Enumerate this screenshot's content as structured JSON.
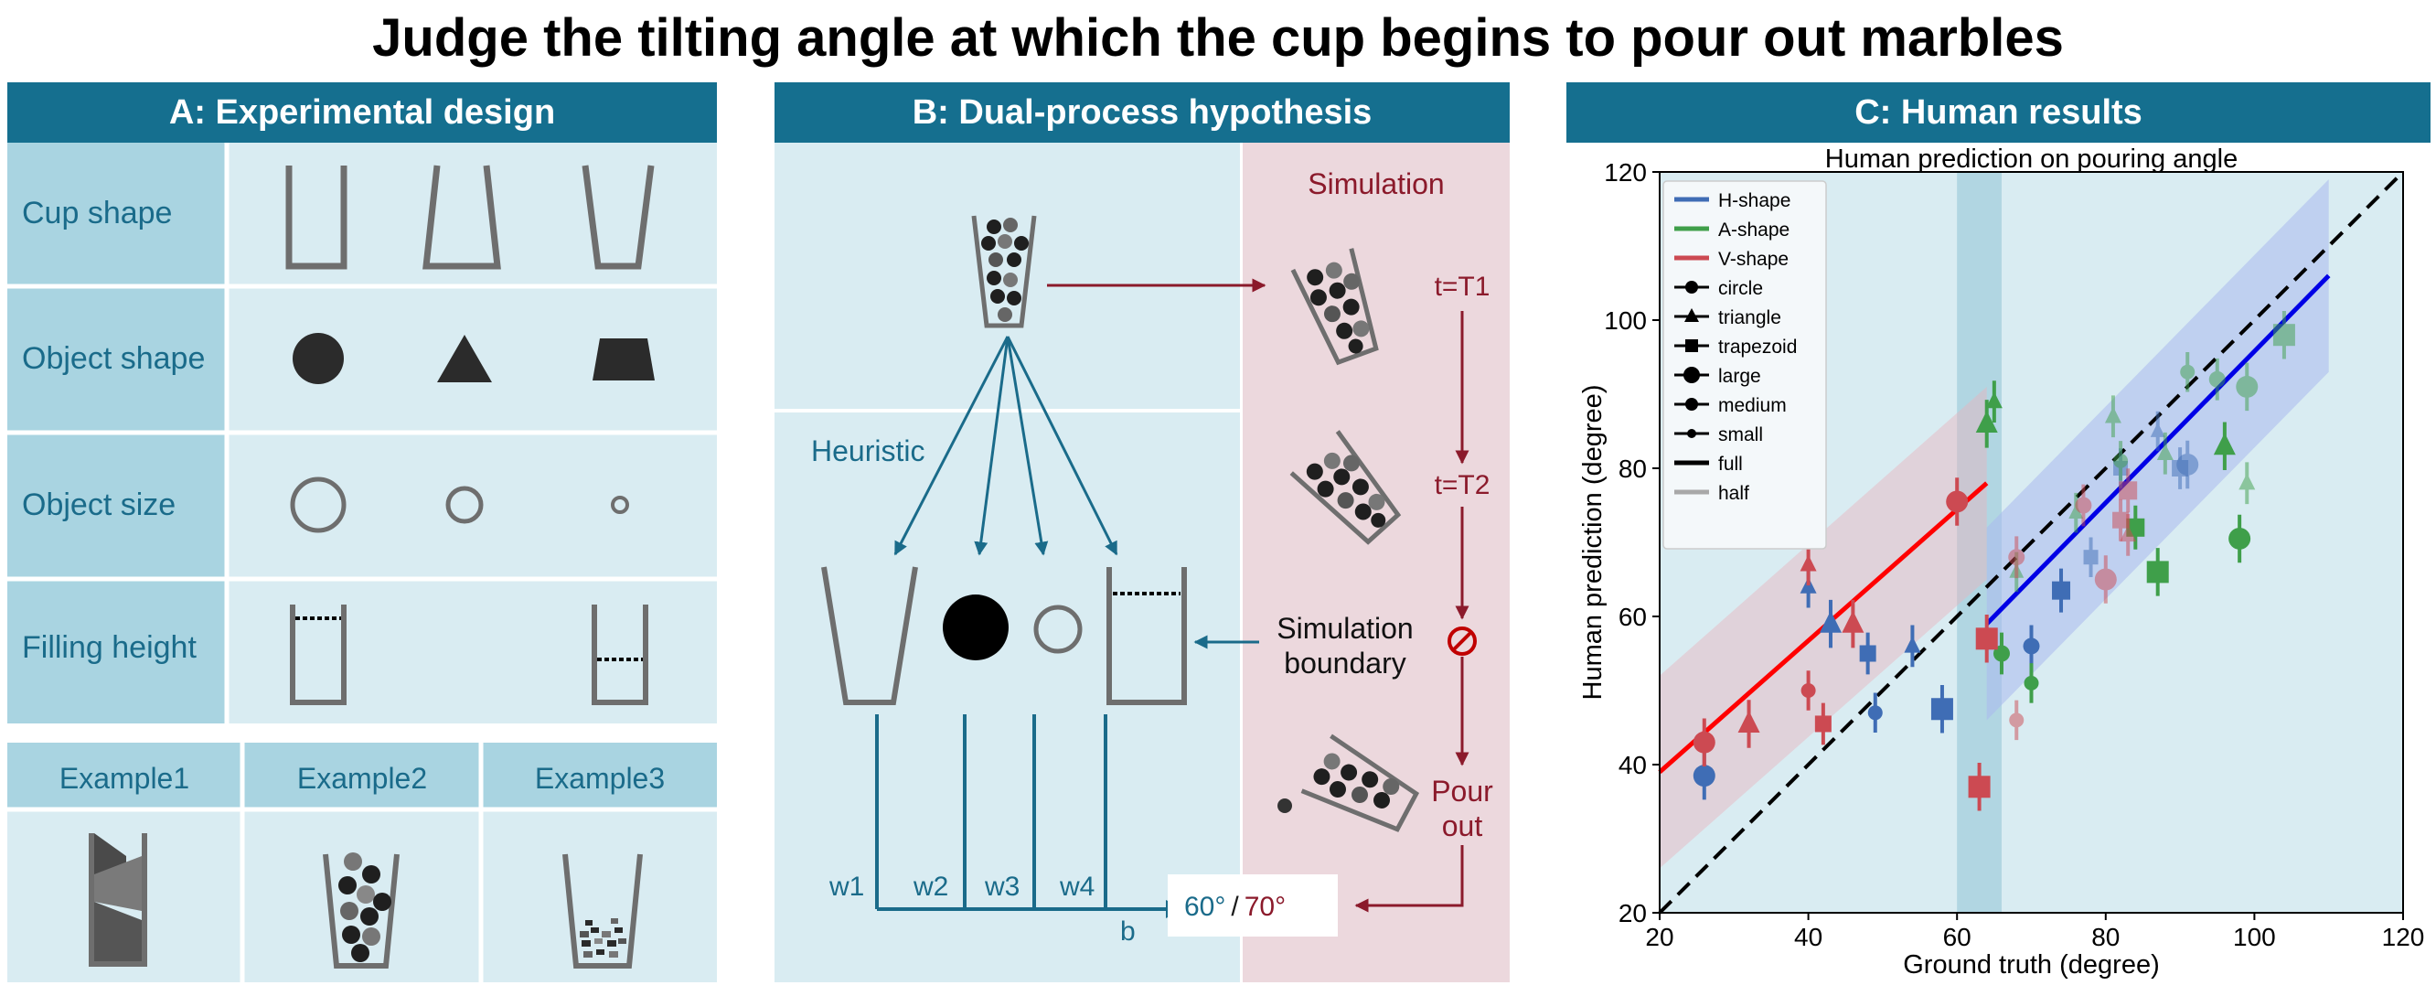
{
  "title": "Judge the tilting angle at which the cup begins to pour out marbles",
  "panel_a": {
    "header": "A: Experimental design",
    "rows": [
      "Cup shape",
      "Object shape",
      "Object size",
      "Filling height"
    ],
    "examples": [
      "Example1",
      "Example2",
      "Example3"
    ]
  },
  "panel_b": {
    "header": "B: Dual-process hypothesis",
    "simulation": "Simulation",
    "heuristic": "Heuristic",
    "t1": "t=T1",
    "t2": "t=T2",
    "boundary_line1": "Simulation",
    "boundary_line2": "boundary",
    "pour_line1": "Pour",
    "pour_line2": "out",
    "weights": [
      "w1",
      "w2",
      "w3",
      "w4"
    ],
    "bias": "b",
    "output_a": "60°",
    "output_sep": "/",
    "output_b": "70°",
    "colors": {
      "heuristic": "#1a6b8a",
      "simulation": "#8b1a2b"
    }
  },
  "panel_c": {
    "header": "C: Human results",
    "legend": [
      "H-shape",
      "A-shape",
      "V-shape",
      "circle",
      "triangle",
      "trapezoid",
      "large",
      "medium",
      "small",
      "full",
      "half"
    ],
    "colors": {
      "H": "#3f6db5",
      "A": "#3f9f4a",
      "V": "#cc4a52",
      "fitH": "#0000e6",
      "fitV": "#ff0000"
    }
  },
  "chart_data": {
    "type": "scatter",
    "title": "Human prediction on pouring angle",
    "xlabel": "Ground truth (degree)",
    "ylabel": "Human prediction (degree)",
    "xlim": [
      20,
      120
    ],
    "ylim": [
      20,
      120
    ],
    "xticks": [
      "20",
      "40",
      "60",
      "80",
      "100",
      "120"
    ],
    "yticks": [
      "20",
      "40",
      "60",
      "80",
      "100",
      "120"
    ],
    "legend_position": "top-left",
    "grid": false,
    "shaded_band_x": [
      60,
      66
    ],
    "fit_lines": [
      {
        "group": "V-shape",
        "x": [
          20,
          64
        ],
        "y": [
          39,
          78
        ]
      },
      {
        "group": "H-shape",
        "x": [
          64,
          110
        ],
        "y": [
          59,
          106
        ]
      }
    ],
    "series": [
      {
        "name": "H-shape",
        "points": [
          [
            26,
            38.5,
            "o",
            12,
            1
          ],
          [
            40,
            64,
            "^",
            9,
            1
          ],
          [
            43,
            59,
            "^",
            12,
            1
          ],
          [
            48,
            55,
            "s",
            9,
            1
          ],
          [
            49,
            47,
            "o",
            8,
            1
          ],
          [
            54,
            56,
            "^",
            9,
            1
          ],
          [
            58,
            47.5,
            "s",
            12,
            1
          ],
          [
            70,
            56,
            "o",
            9,
            1
          ],
          [
            74,
            63.5,
            "s",
            10,
            1
          ],
          [
            78,
            68,
            "s",
            8,
            0.5
          ],
          [
            82,
            80,
            "s",
            8,
            0.5
          ],
          [
            87,
            85,
            "^",
            8,
            0.5
          ],
          [
            90,
            80,
            "s",
            9,
            0.5
          ],
          [
            91,
            80.5,
            "o",
            12,
            0.5
          ]
        ]
      },
      {
        "name": "A-shape",
        "points": [
          [
            64,
            86,
            "^",
            12,
            1
          ],
          [
            65,
            89,
            "^",
            9,
            1
          ],
          [
            66,
            55,
            "o",
            9,
            1
          ],
          [
            68,
            66,
            "^",
            8,
            0.5
          ],
          [
            76,
            74,
            "^",
            8,
            0.5
          ],
          [
            81,
            87,
            "^",
            9,
            0.5
          ],
          [
            82,
            81,
            "o",
            8,
            0.5
          ],
          [
            84,
            72,
            "s",
            10,
            1
          ],
          [
            87,
            66,
            "s",
            12,
            1
          ],
          [
            88,
            82,
            "^",
            9,
            0.5
          ],
          [
            91,
            93,
            "o",
            8,
            0.5
          ],
          [
            95,
            92,
            "o",
            9,
            0.5
          ],
          [
            96,
            83,
            "^",
            12,
            1
          ],
          [
            98,
            70.5,
            "o",
            12,
            1
          ],
          [
            99,
            78,
            "^",
            9,
            0.5
          ],
          [
            99,
            91,
            "o",
            12,
            0.5
          ],
          [
            104,
            98,
            "s",
            12,
            0.5
          ],
          [
            70,
            51,
            "o",
            8,
            1
          ]
        ]
      },
      {
        "name": "V-shape",
        "points": [
          [
            26,
            43,
            "o",
            12,
            1
          ],
          [
            32,
            45.5,
            "^",
            12,
            1
          ],
          [
            40,
            50,
            "o",
            8,
            1
          ],
          [
            40,
            67,
            "^",
            9,
            1
          ],
          [
            42,
            45.5,
            "s",
            9,
            1
          ],
          [
            46,
            59,
            "^",
            12,
            1
          ],
          [
            60,
            75.5,
            "o",
            12,
            1
          ],
          [
            63,
            37,
            "s",
            12,
            1
          ],
          [
            64,
            57,
            "s",
            12,
            1
          ],
          [
            68,
            46,
            "o",
            8,
            0.5
          ],
          [
            68,
            68,
            "o",
            9,
            0.5
          ],
          [
            77,
            75,
            "o",
            9,
            0.5
          ],
          [
            80,
            65,
            "o",
            12,
            0.5
          ],
          [
            82,
            73,
            "s",
            9,
            0.5
          ],
          [
            83,
            77,
            "s",
            10,
            0.5
          ],
          [
            83,
            71,
            "^",
            9,
            0.5
          ]
        ]
      }
    ]
  }
}
